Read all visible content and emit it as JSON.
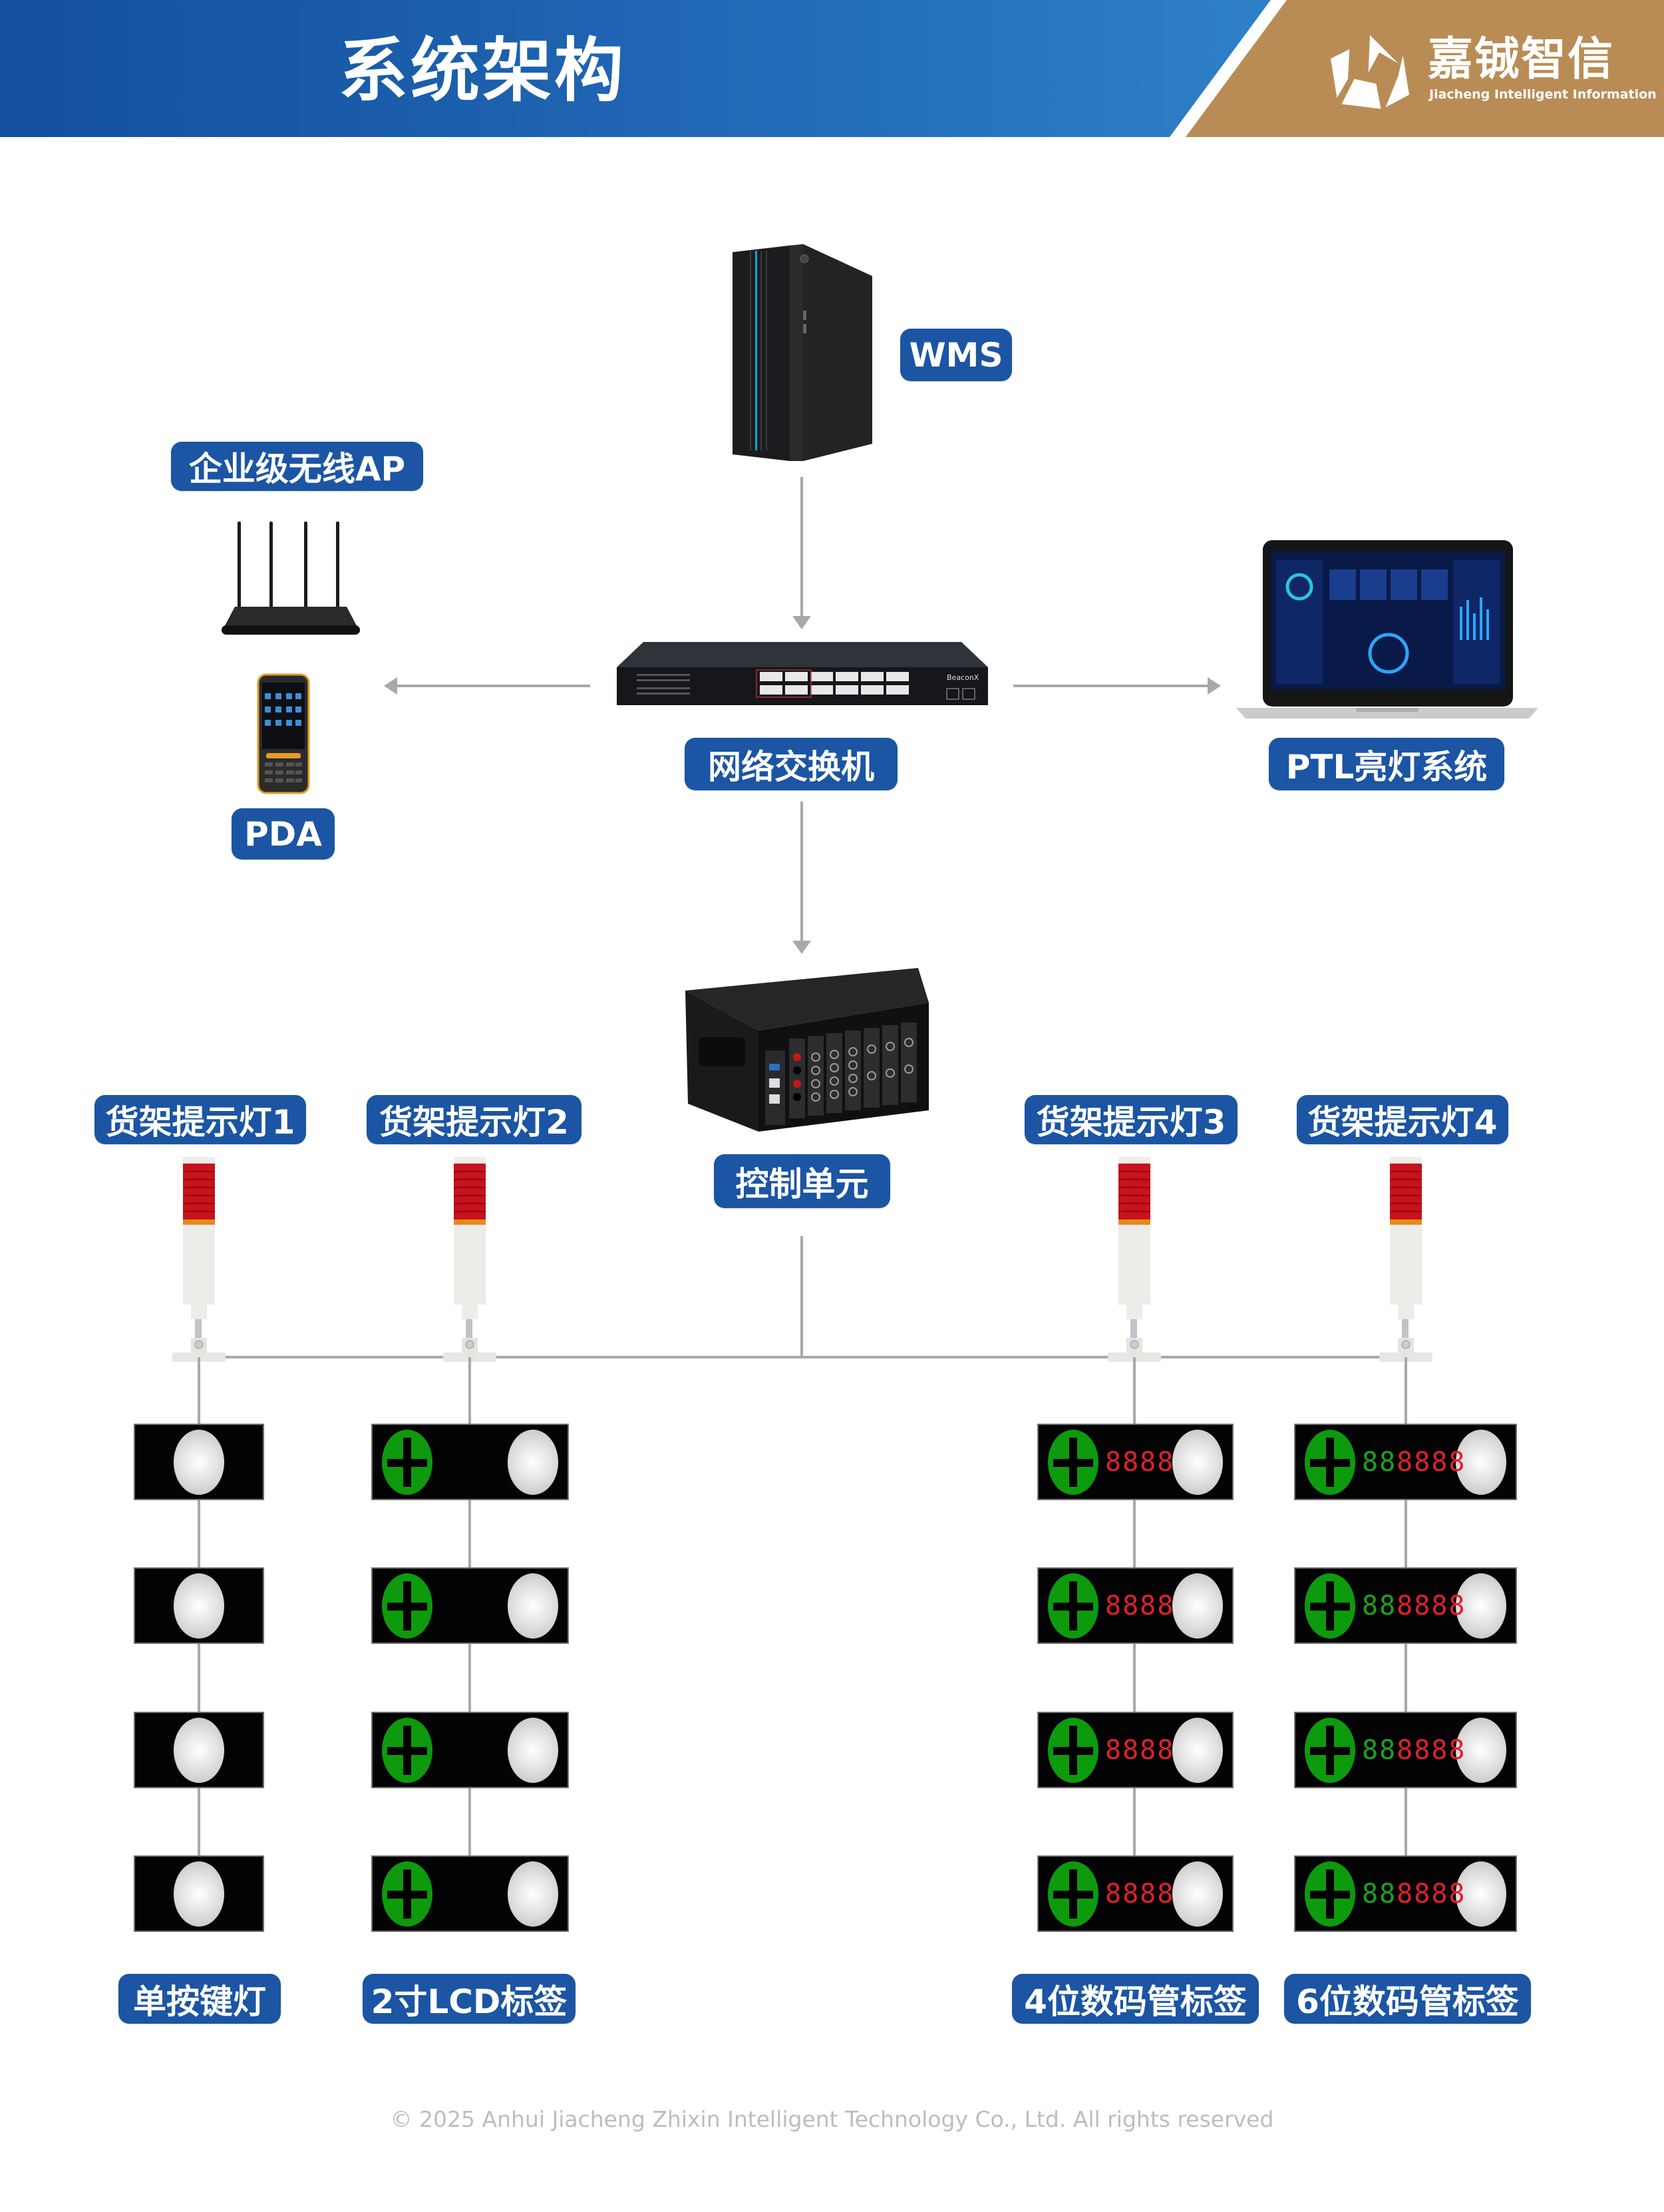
{
  "header": {
    "title": "系统架构",
    "logo": {
      "icon": "jiacheng-logo-icon",
      "name_cn": "嘉铖智信",
      "name_en": "Jiacheng Intelligent Information"
    },
    "colors": {
      "blue": "#1f63b1",
      "gold": "#b98c55"
    }
  },
  "nodes": {
    "wms": {
      "label": "WMS",
      "icon": "desktop-tower-icon"
    },
    "switch": {
      "label": "网络交换机",
      "icon": "network-switch-icon",
      "brand": "BeaconX"
    },
    "ap": {
      "label": "企业级无线AP",
      "icon": "wireless-router-icon"
    },
    "pda": {
      "label": "PDA",
      "icon": "handheld-pda-icon"
    },
    "ptl": {
      "label": "PTL亮灯系统",
      "icon": "laptop-dashboard-icon"
    },
    "control_unit": {
      "label": "控制单元",
      "icon": "control-chassis-icon"
    }
  },
  "shelf_lights": [
    {
      "label": "货架提示灯1",
      "icon": "tower-light-icon"
    },
    {
      "label": "货架提示灯2",
      "icon": "tower-light-icon"
    },
    {
      "label": "货架提示灯3",
      "icon": "tower-light-icon"
    },
    {
      "label": "货架提示灯4",
      "icon": "tower-light-icon"
    }
  ],
  "device_columns": [
    {
      "label": "单按键灯",
      "type": "single-button",
      "count": 4,
      "digits_green": "",
      "digits_red": ""
    },
    {
      "label": "2寸LCD标签",
      "type": "lcd-label",
      "count": 4,
      "digits_green": "",
      "digits_red": ""
    },
    {
      "label": "4位数码管标签",
      "type": "4-digit",
      "count": 4,
      "digits_green": "",
      "digits_red": "8888"
    },
    {
      "label": "6位数码管标签",
      "type": "6-digit",
      "count": 4,
      "digits_green": "88",
      "digits_red": "8888"
    }
  ],
  "colors": {
    "tag_bg": "#1b55a3",
    "connector": "#a8a8a8",
    "button_green": "#0d9a0d",
    "digit_red": "#e0202c",
    "digit_green": "#1aa31a"
  },
  "footer": "© 2025 Anhui Jiacheng Zhixin Intelligent Technology Co., Ltd. All rights reserved"
}
